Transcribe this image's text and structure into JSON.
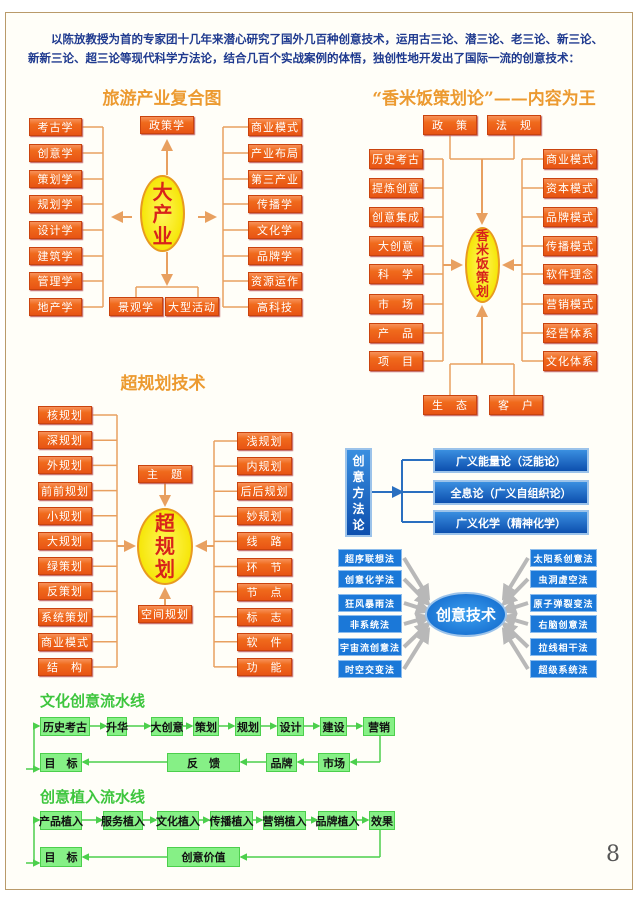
{
  "intro": "以陈放教授为首的专家团十几年来潜心研究了国外几百种创意技术，运用古三论、潜三论、老三论、新三论、新新三论、超三论等现代科学方法论，结合几百个实战案例的体悟，独创性地开发出了国际一流的创意技术：",
  "tourism": {
    "title": "旅游产业复合图",
    "center": "大产业",
    "top": "政策学",
    "left": [
      "考古学",
      "创意学",
      "策划学",
      "规划学",
      "设计学",
      "建筑学",
      "管理学",
      "地产学"
    ],
    "right": [
      "商业模式",
      "产业布局",
      "第三产业",
      "传播学",
      "文化学",
      "品牌学",
      "资源运作",
      "高科技"
    ],
    "bottom": [
      "景观学",
      "大型活动"
    ]
  },
  "rice": {
    "title": "“香米饭策划论”——内容为王",
    "center": "香米饭策划",
    "top": [
      "政　策",
      "法　规"
    ],
    "left": [
      "历史考古",
      "提炼创意",
      "创意集成",
      "大创意",
      "科　学",
      "市　场",
      "产　品",
      "项　目"
    ],
    "right": [
      "商业模式",
      "资本模式",
      "品牌模式",
      "传播模式",
      "软件理念",
      "营销模式",
      "经营体系",
      "文化体系"
    ],
    "bottom": [
      "生　态",
      "客　户"
    ]
  },
  "super": {
    "title": "超规划技术",
    "center": "超规划",
    "top": "主　题",
    "bottom": "空间规划",
    "left": [
      "核规划",
      "深规划",
      "外规划",
      "前前规划",
      "小规划",
      "大规划",
      "绿策划",
      "反策划",
      "系统策划",
      "商业模式",
      "结　构"
    ],
    "right": [
      "浅规划",
      "内规划",
      "后后规划",
      "妙规划",
      "线　路",
      "环　节",
      "节　点",
      "标　志",
      "软　件",
      "功　能"
    ]
  },
  "methodology": {
    "label": "创意方法论",
    "items": [
      "广义能量论（泛能论）",
      "全息论（广义自组织论）",
      "广义化学（精神化学）"
    ]
  },
  "creative_tech": {
    "center": "创意技术",
    "left": [
      "超序联想法",
      "创意化学法",
      "狂风暴雨法",
      "非系统法",
      "宇宙流创意法",
      "时空交变法"
    ],
    "right": [
      "太阳系创意法",
      "虫洞虚空法",
      "原子弹裂变法",
      "右脑创意法",
      "拉线相干法",
      "超级系统法"
    ]
  },
  "pipeline1": {
    "title": "文化创意流水线",
    "row1": [
      "历史考古",
      "升华",
      "大创意",
      "策划",
      "规划",
      "设计",
      "建设",
      "营销"
    ],
    "row2": [
      "目　标",
      "反　馈",
      "品牌",
      "市场"
    ]
  },
  "pipeline2": {
    "title": "创意植入流水线",
    "row1": [
      "产品植入",
      "服务植入",
      "文化植入",
      "传播植入",
      "营销植入",
      "品牌植入",
      "效果"
    ],
    "row2": [
      "目　标",
      "创意价值"
    ]
  },
  "page_number": "8",
  "colors": {
    "orange": "#f06a1c",
    "yellow": "#f6e60a",
    "blue": "#1b78d8",
    "green": "#86f086",
    "title": "#ec9a30",
    "intro": "#1f3a8f"
  }
}
